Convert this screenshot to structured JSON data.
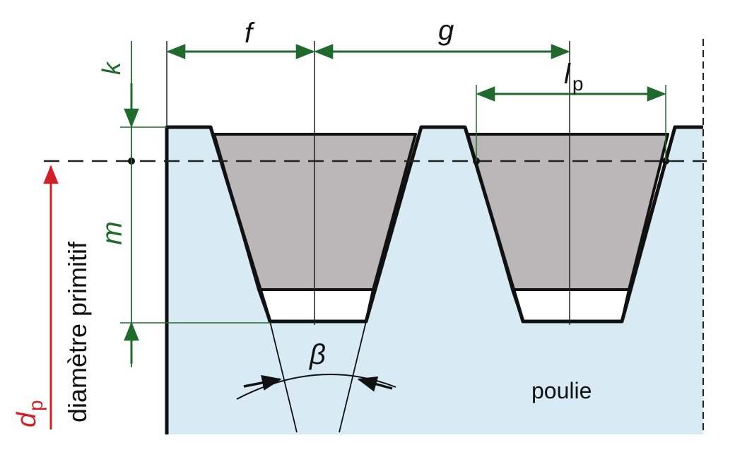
{
  "labels": {
    "f": "f",
    "g": "g",
    "k": "k",
    "m": "m",
    "lp_main": "l",
    "lp_sub": "p",
    "beta": "β",
    "poulie": "poulie",
    "dp_main": "d",
    "dp_sub": "p",
    "diametre": "diamètre primitif"
  },
  "colors": {
    "pulley_fill": "#d8ebf5",
    "belt_fill": "#b9b7b7",
    "outline": "#111111",
    "dimension_green": "#1f6a2c",
    "dp_red": "#d32027",
    "dash_line": "#222222"
  }
}
